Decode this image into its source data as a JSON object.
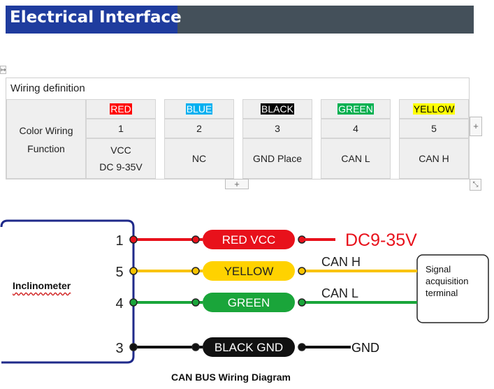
{
  "header": {
    "title": "Electrical Interface"
  },
  "table": {
    "title": "Wiring definition",
    "row_label_1": "Color Wiring",
    "row_label_2": "Function",
    "columns": [
      {
        "color_name": "RED",
        "bg": "#ff0000",
        "fg": "#ffffff",
        "pin": "1",
        "func_1": "VCC",
        "func_2": "DC 9-35V"
      },
      {
        "color_name": "BLUE",
        "bg": "#00b0f0",
        "fg": "#ffffff",
        "pin": "2",
        "func_1": "NC",
        "func_2": ""
      },
      {
        "color_name": "BLACK",
        "bg": "#000000",
        "fg": "#ffffff",
        "pin": "3",
        "func_1": "GND Place",
        "func_2": ""
      },
      {
        "color_name": "GREEN",
        "bg": "#00b050",
        "fg": "#ffffff",
        "pin": "4",
        "func_1": "CAN L",
        "func_2": ""
      },
      {
        "color_name": "YELLOW",
        "bg": "#ffff00",
        "fg": "#000000",
        "pin": "5",
        "func_1": "CAN H",
        "func_2": ""
      }
    ],
    "add_row_symbol": "+",
    "add_col_symbol": "+"
  },
  "diagram": {
    "device_label": "Inclinometer",
    "terminal_label_lines": [
      "Signal",
      "acquisition",
      "terminal"
    ],
    "caption": "CAN BUS Wiring Diagram",
    "wires": [
      {
        "pin": "1",
        "label": "RED   VCC",
        "wire_color": "#e8111b",
        "pill_bg": "#e8111b",
        "pill_fg": "#ffffff",
        "end_label": "DC9-35V",
        "end_color": "#e8111b"
      },
      {
        "pin": "5",
        "label": "YELLOW",
        "wire_color": "#f9c300",
        "pill_bg": "#ffd200",
        "pill_fg": "#222222",
        "end_label": "CAN H",
        "end_color": "#222222"
      },
      {
        "pin": "4",
        "label": "GREEN",
        "wire_color": "#1aa53a",
        "pill_bg": "#1aa53a",
        "pill_fg": "#ffffff",
        "end_label": "CAN L",
        "end_color": "#222222"
      },
      {
        "pin": "3",
        "label": "BLACK  GND",
        "wire_color": "#111111",
        "pill_bg": "#111111",
        "pill_fg": "#ffffff",
        "end_label": "GND",
        "end_color": "#111111"
      }
    ]
  }
}
